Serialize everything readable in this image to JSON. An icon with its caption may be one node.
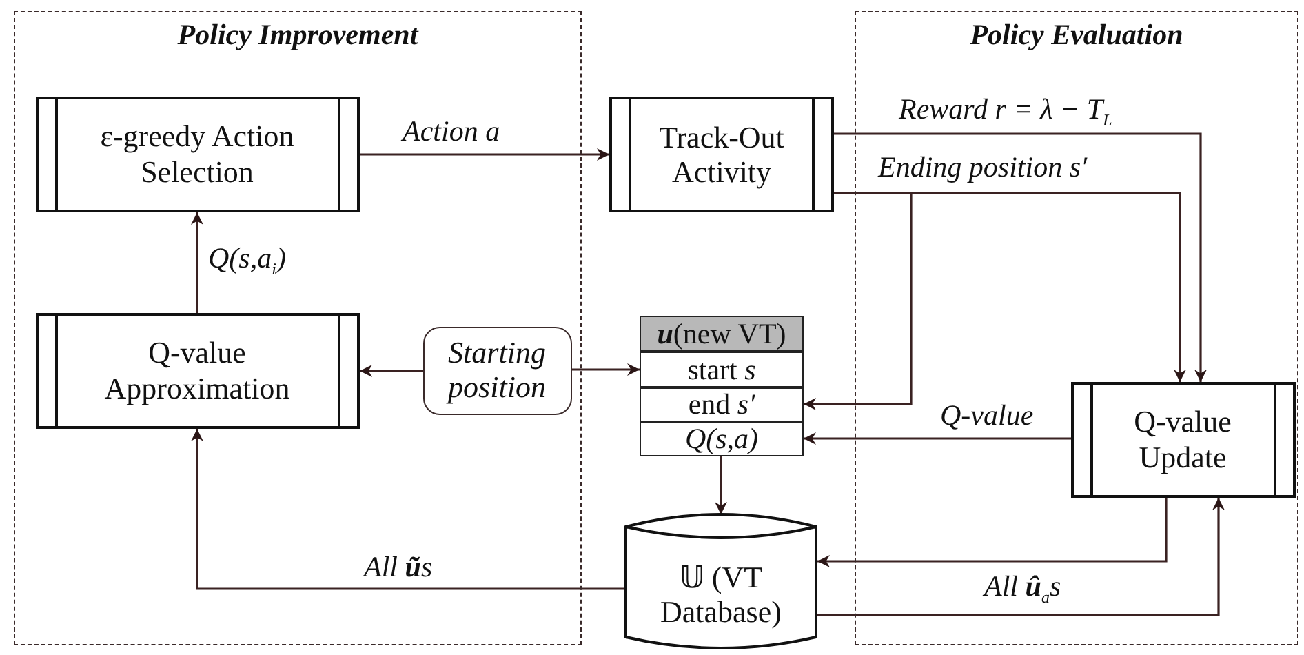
{
  "diagram": {
    "nodes": [
      {
        "text": [
          "Policy Improvement"
        ]
      },
      {
        "text": [
          "Policy Evaluation"
        ]
      },
      {
        "text": [
          "ε-greedy Action Selection"
        ],
        "in": 0
      },
      {
        "text": [
          "Q-value Approximation"
        ],
        "in": 0
      },
      {
        "text": [
          "Track-Out Activity"
        ]
      },
      {
        "text": [
          "Starting position"
        ],
        "in": 0
      },
      {
        "text": [
          "**u**(new VT)"
        ]
      },
      {
        "text": [
          "start *s*"
        ]
      },
      {
        "text": [
          "end *s′*"
        ]
      },
      {
        "text": [
          "Q(s,a)"
        ]
      },
      {
        "text": [
          "𝕌 (VT Database)"
        ]
      },
      {
        "text": [
          "Q-value Update"
        ],
        "in": 1
      }
    ],
    "edges": [
      {
        "from": 2,
        "to": 4,
        "arrow": "to",
        "label": "Action a"
      },
      {
        "from": 3,
        "to": 2,
        "arrow": "to",
        "label": "Q(s,a$_{i}$)"
      },
      {
        "from": 5,
        "to": 3,
        "arrow": "to"
      },
      {
        "from": 5,
        "to": 7,
        "arrow": "to"
      },
      {
        "from": 4,
        "to": 11,
        "arrow": "to",
        "label": "Reward r = λ − T$_{L}$"
      },
      {
        "from": 4,
        "to": 11,
        "arrow": "to",
        "label": "Ending position s′"
      },
      {
        "from": 4,
        "to": 8,
        "arrow": "to"
      },
      {
        "from": 11,
        "to": 9,
        "arrow": "to",
        "label": "Q-value"
      },
      {
        "from": 9,
        "to": 10,
        "arrow": "to"
      },
      {
        "from": 10,
        "to": 3,
        "arrow": "to",
        "label": "*All* **ũ**s"
      },
      {
        "from": 11,
        "to": 10,
        "arrow": "to"
      },
      {
        "from": 10,
        "to": 11,
        "arrow": "to",
        "label": "*All* **û**$_{a}$s"
      }
    ]
  }
}
